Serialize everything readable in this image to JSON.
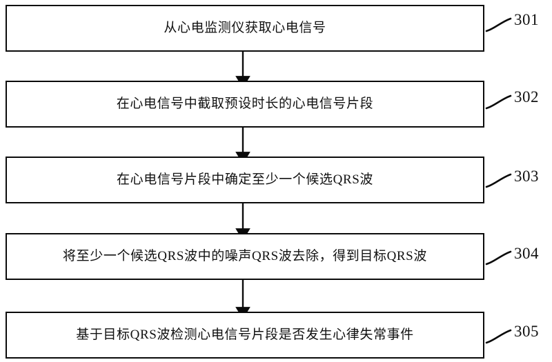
{
  "figure": {
    "title": "ECG arrhythmia detection method flowchart",
    "background_color": "#ffffff",
    "line_color": "#0a0a0a",
    "text_color": "#111111"
  },
  "steps": [
    {
      "id": "301",
      "text": "从心电监测仪获取心电信号",
      "ref_label": "301"
    },
    {
      "id": "302",
      "text": "在心电信号中截取预设时长的心电信号片段",
      "ref_label": "302"
    },
    {
      "id": "303",
      "text": "在心电信号片段中确定至少一个候选QRS波",
      "ref_label": "303"
    },
    {
      "id": "304",
      "text": "将至少一个候选QRS波中的噪声QRS波去除，得到目标QRS波",
      "ref_label": "304"
    },
    {
      "id": "305",
      "text": "基于目标QRS波检测心电信号片段是否发生心律失常事件",
      "ref_label": "305"
    }
  ],
  "connectors": [
    {
      "from": "301",
      "to": "302",
      "type": "arrow-down"
    },
    {
      "from": "302",
      "to": "303",
      "type": "arrow-down"
    },
    {
      "from": "303",
      "to": "304",
      "type": "arrow-down"
    },
    {
      "from": "304",
      "to": "305",
      "type": "arrow-down"
    }
  ],
  "leaders": [
    {
      "for": "301",
      "type": "curved-leader-line"
    },
    {
      "for": "302",
      "type": "curved-leader-line"
    },
    {
      "for": "303",
      "type": "curved-leader-line"
    },
    {
      "for": "304",
      "type": "curved-leader-line"
    },
    {
      "for": "305",
      "type": "curved-leader-line"
    }
  ]
}
